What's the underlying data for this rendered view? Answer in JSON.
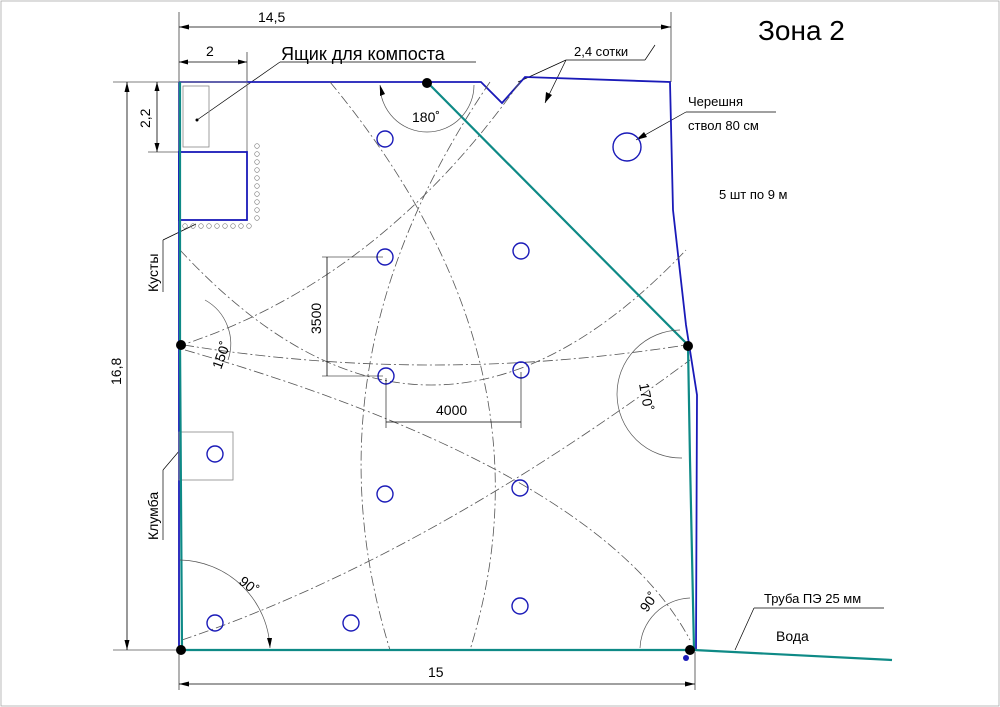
{
  "zone_title": "Зона 2",
  "top_width": "14,5",
  "box_width": "2",
  "compost_label": "Ящик для компоста",
  "plot_area": "2,4 сотки",
  "cherry_label_1": "Черешня",
  "cherry_label_2": "ствол 80 см",
  "count_note": "5 шт по 9 м",
  "box_height": "2,2",
  "bushes_label": "Кусты",
  "spacing_vertical": "3500",
  "spacing_horizontal": "4000",
  "left_height": "16,8",
  "flowerbed_label": "Клумба",
  "bottom_width": "15",
  "pipe_label": "Труба ПЭ 25 мм",
  "water_label": "Вода",
  "angle_top": "180˚",
  "angle_left": "150˚",
  "angle_right": "170˚",
  "angle_bottom_left": "90˚",
  "angle_bottom_right": "90˚",
  "colors": {
    "border": "#1a1ab8",
    "sprinkler_line": "#0e8a86",
    "ink": "#000000"
  }
}
